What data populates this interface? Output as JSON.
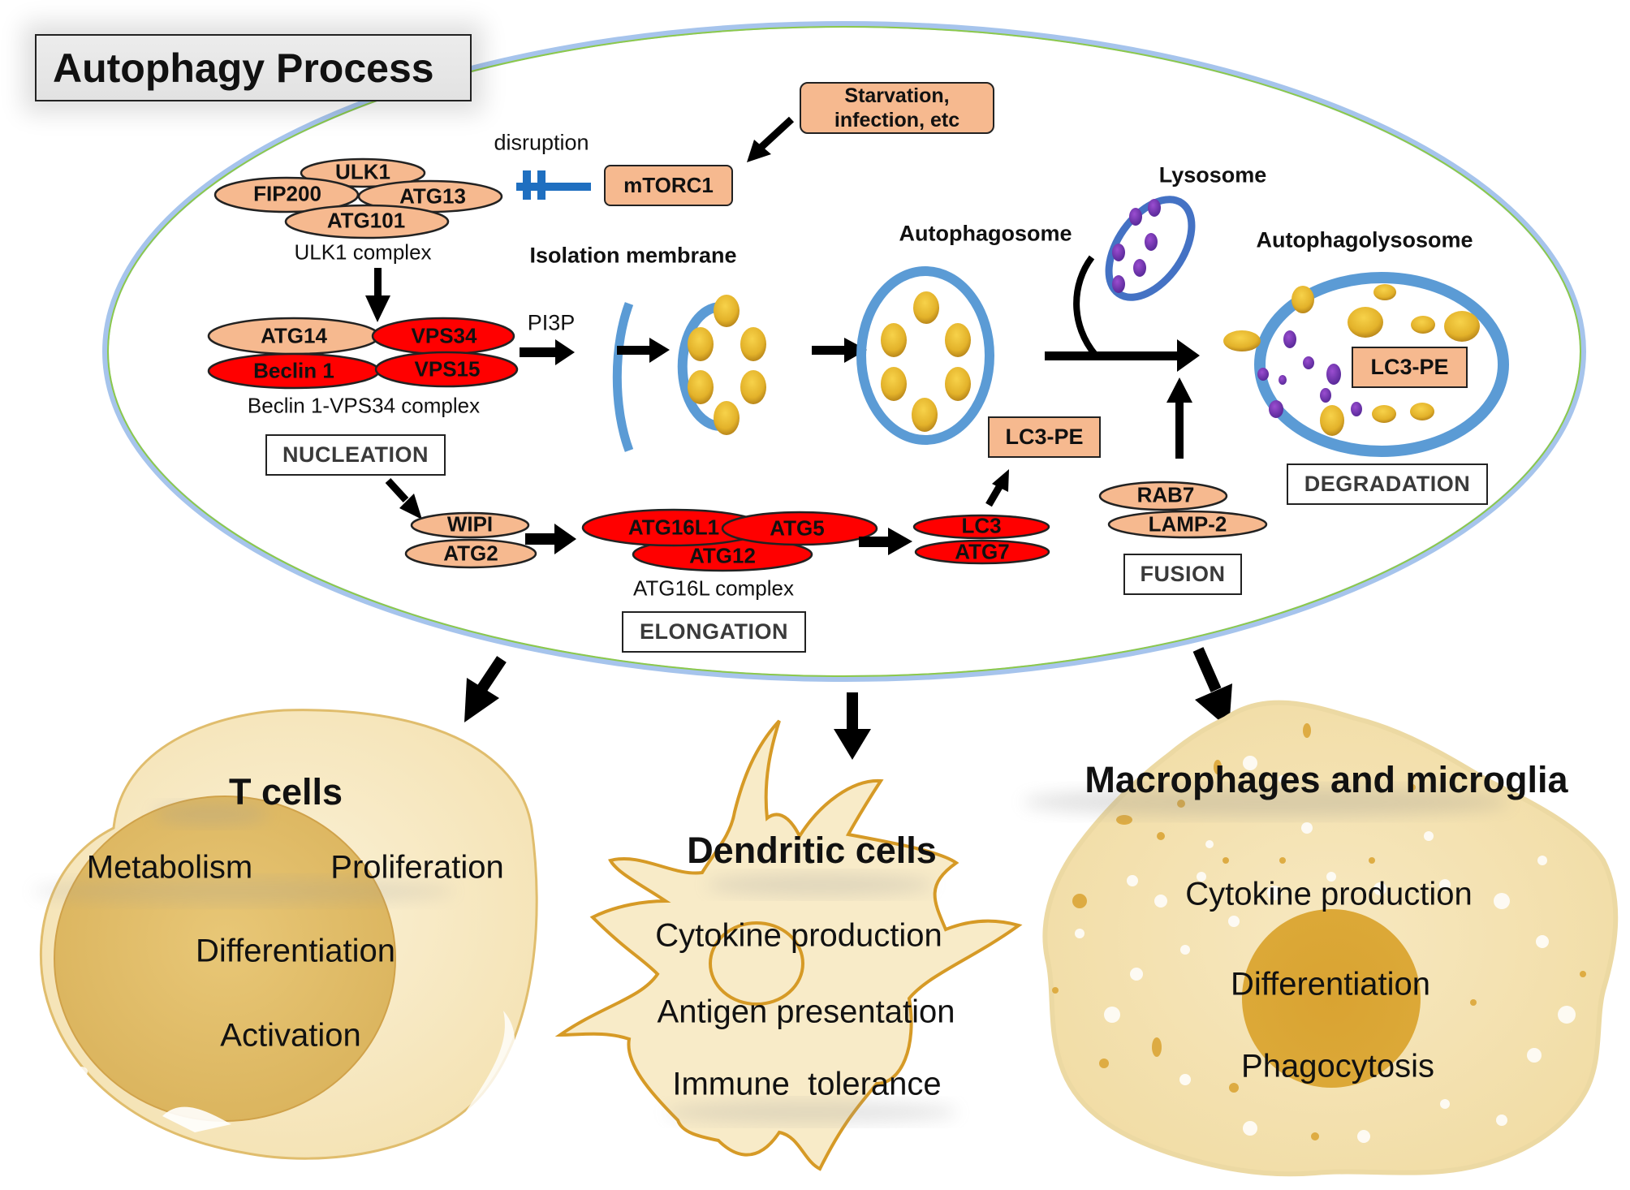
{
  "title": "Autophagy Process",
  "regulation": {
    "stimulus": "Starvation,\ninfection, etc",
    "stimulus_line1": "Starvation,",
    "stimulus_line2": "infection, etc",
    "mtorc1": "mTORC1",
    "inhibition_label": "disruption"
  },
  "ulk1_complex": {
    "proteins": [
      "ULK1",
      "FIP200",
      "ATG13",
      "ATG101"
    ],
    "label": "ULK1 complex"
  },
  "beclin_complex": {
    "proteins": [
      "ATG14",
      "VPS34",
      "Beclin 1",
      "VPS15"
    ],
    "label": "Beclin 1-VPS34 complex",
    "product": "PI3P"
  },
  "wipi_complex": {
    "proteins": [
      "WIPI",
      "ATG2"
    ]
  },
  "atg16l_complex": {
    "proteins": [
      "ATG16L1",
      "ATG5",
      "ATG12"
    ],
    "label": "ATG16L complex"
  },
  "lc3_complex": {
    "proteins": [
      "LC3",
      "ATG7"
    ]
  },
  "fusion_complex": {
    "proteins": [
      "RAB7",
      "LAMP-2"
    ]
  },
  "structures": {
    "isolation_membrane": "Isolation membrane",
    "autophagosome": "Autophagosome",
    "lysosome": "Lysosome",
    "autophagolysosome": "Autophagolysosome",
    "lc3pe_autophagosome": "LC3-PE",
    "lc3pe_autophagolysosome": "LC3-PE"
  },
  "stages": {
    "nucleation": "NUCLEATION",
    "elongation": "ELONGATION",
    "fusion": "FUSION",
    "degradation": "DEGRADATION"
  },
  "cells": {
    "t_cells": {
      "title": "T cells",
      "functions": [
        "Metabolism",
        "Proliferation",
        "Differentiation",
        "Activation"
      ]
    },
    "dendritic_cells": {
      "title": "Dendritic cells",
      "functions": [
        "Cytokine production",
        "Antigen presentation",
        "Immune  tolerance"
      ]
    },
    "macrophages": {
      "title": "Macrophages and microglia",
      "functions": [
        "Cytokine production",
        "Differentiation",
        "Phagocytosis"
      ]
    }
  },
  "colors": {
    "accessory_protein": "#f6b98f",
    "core_protein": "#ff0000",
    "membrane": "#5b9bd5",
    "cargo": "#e8b830",
    "lysosome_membrane": "#4472c4",
    "lysosome_enzyme": "#7030a0",
    "inhibition": "#1f6fc0",
    "cell_fill": "#f8ebc8",
    "cell_outline": "#d9a53a",
    "nucleus": "#d6a634"
  }
}
